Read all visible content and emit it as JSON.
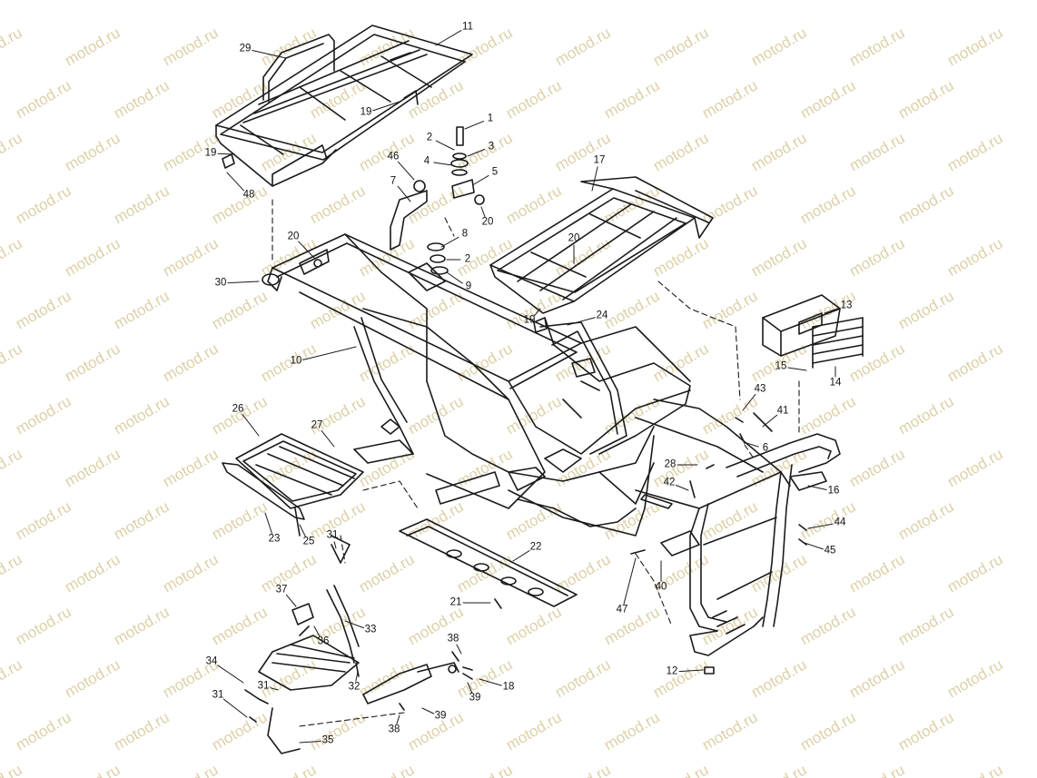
{
  "diagram": {
    "watermark": "motod.ru",
    "ink_color": "#1a1a1a",
    "watermark_color": "#ddd0a8",
    "parts": [
      {
        "id": "p1",
        "label": "1"
      },
      {
        "id": "p2a",
        "label": "2"
      },
      {
        "id": "p2b",
        "label": "2"
      },
      {
        "id": "p3",
        "label": "3"
      },
      {
        "id": "p4",
        "label": "4"
      },
      {
        "id": "p5",
        "label": "5"
      },
      {
        "id": "p6",
        "label": "6"
      },
      {
        "id": "p7",
        "label": "7"
      },
      {
        "id": "p8",
        "label": "8"
      },
      {
        "id": "p9",
        "label": "9"
      },
      {
        "id": "p10",
        "label": "10"
      },
      {
        "id": "p11",
        "label": "11"
      },
      {
        "id": "p12",
        "label": "12"
      },
      {
        "id": "p13",
        "label": "13"
      },
      {
        "id": "p14",
        "label": "14"
      },
      {
        "id": "p15",
        "label": "15"
      },
      {
        "id": "p16",
        "label": "16"
      },
      {
        "id": "p17",
        "label": "17"
      },
      {
        "id": "p18",
        "label": "18"
      },
      {
        "id": "p19a",
        "label": "19"
      },
      {
        "id": "p19b",
        "label": "19"
      },
      {
        "id": "p19c",
        "label": "19"
      },
      {
        "id": "p20a",
        "label": "20"
      },
      {
        "id": "p20b",
        "label": "20"
      },
      {
        "id": "p20c",
        "label": "20"
      },
      {
        "id": "p21",
        "label": "21"
      },
      {
        "id": "p22",
        "label": "22"
      },
      {
        "id": "p23",
        "label": "23"
      },
      {
        "id": "p24",
        "label": "24"
      },
      {
        "id": "p25",
        "label": "25"
      },
      {
        "id": "p26",
        "label": "26"
      },
      {
        "id": "p27",
        "label": "27"
      },
      {
        "id": "p28",
        "label": "28"
      },
      {
        "id": "p29",
        "label": "29"
      },
      {
        "id": "p30",
        "label": "30"
      },
      {
        "id": "p31a",
        "label": "31"
      },
      {
        "id": "p31b",
        "label": "31"
      },
      {
        "id": "p31c",
        "label": "31"
      },
      {
        "id": "p32",
        "label": "32"
      },
      {
        "id": "p33",
        "label": "33"
      },
      {
        "id": "p34",
        "label": "34"
      },
      {
        "id": "p35",
        "label": "35"
      },
      {
        "id": "p36",
        "label": "36"
      },
      {
        "id": "p37",
        "label": "37"
      },
      {
        "id": "p38a",
        "label": "38"
      },
      {
        "id": "p38b",
        "label": "38"
      },
      {
        "id": "p39a",
        "label": "39"
      },
      {
        "id": "p39b",
        "label": "39"
      },
      {
        "id": "p40",
        "label": "40"
      },
      {
        "id": "p41",
        "label": "41"
      },
      {
        "id": "p42",
        "label": "42"
      },
      {
        "id": "p43",
        "label": "43"
      },
      {
        "id": "p44",
        "label": "44"
      },
      {
        "id": "p45",
        "label": "45"
      },
      {
        "id": "p46",
        "label": "46"
      },
      {
        "id": "p47",
        "label": "47"
      },
      {
        "id": "p48",
        "label": "48"
      }
    ]
  }
}
